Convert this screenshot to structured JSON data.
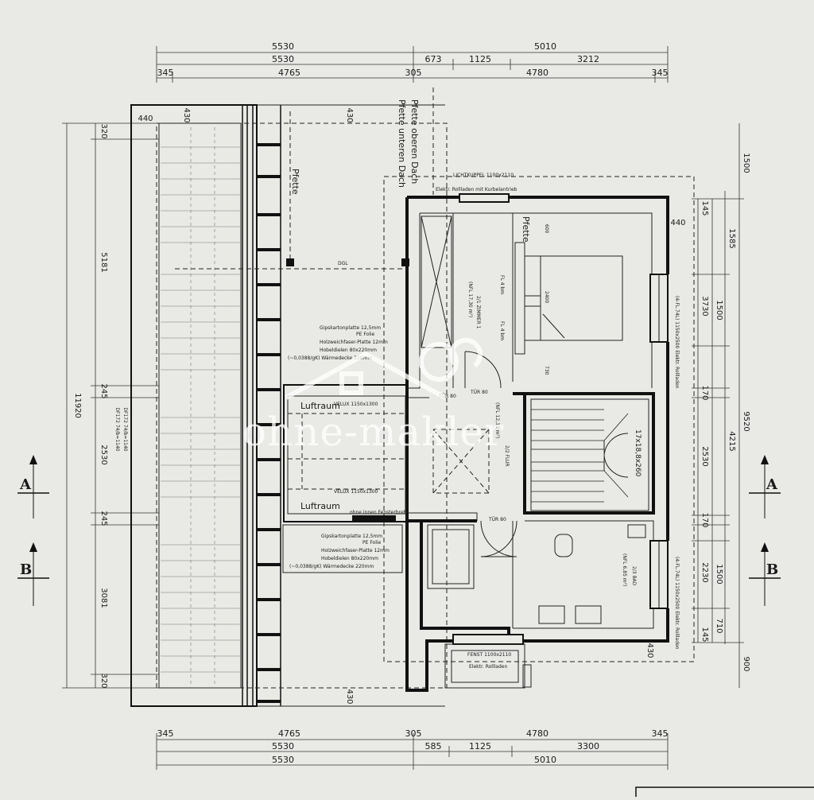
{
  "dimensions": {
    "top": {
      "row1": [
        "5530",
        "5010"
      ],
      "row2": [
        "5530",
        "673",
        "1125",
        "3212"
      ],
      "row3": [
        "345",
        "4765",
        "305",
        "4780",
        "345"
      ]
    },
    "bottom": {
      "row1": [
        "345",
        "4765",
        "305",
        "4780",
        "345"
      ],
      "row2": [
        "5530",
        "585",
        "1125",
        "3300"
      ],
      "row3": [
        "5530",
        "5010"
      ]
    },
    "left": {
      "total": "11920",
      "segments": [
        "320",
        "5181",
        "245",
        "2530",
        "245",
        "3081",
        "320"
      ]
    },
    "right": {
      "outer": [
        "1500",
        "9520",
        "900"
      ],
      "middle": [
        "1585",
        "4215"
      ],
      "inner": [
        "145",
        "3730",
        "170",
        "2530",
        "170",
        "2230",
        "145"
      ],
      "window": [
        "1500",
        "1500",
        "710"
      ]
    },
    "misc": [
      "440",
      "430",
      "430",
      "430",
      "440",
      "430"
    ]
  },
  "labels": {
    "pfette_oben": "Pfette oberen Dach",
    "pfette_unten": "Pfette unteren Dach",
    "pfette": "Pfette",
    "pfette_right": "Pfette",
    "luftraum_top": "Luftraum",
    "luftraum_bottom": "Luftraum",
    "tuer_1": "TÜR 80",
    "tuer_2": "TÜR 80",
    "tuer_3": "TÜR 80",
    "stairs": "17x18,8x260",
    "dgl": "DGL",
    "lichtkuppel": "LICHTKUPPEL 1100x2110",
    "lichtkuppel_note": "Elektr. Rollladen mit Kurbelantrieb",
    "bad_window": "FENST 1100x2110",
    "bad_window_note": "Elektr. Rollladen",
    "zimmer": "2/1 ZIMMER 1",
    "zimmer_area": "(NFL 17,30 m²)",
    "flur": "2/2 FLUR",
    "flur_area": "(NFL 12,31 m²)",
    "bad": "2/3 BAD",
    "bad_area": "(NFL 6,85 m²)",
    "deck_top": [
      "Gipskartonplatte 12,5mm",
      "PE Folie",
      "Holzweichfaser-Platte 12mm",
      "Hobeldielen 80x220mm",
      "(~0,0388/gK) Wärmedecke 220mm"
    ],
    "deck_bottom": [
      "Gipskartonplatte 12,5mm",
      "PE Folie",
      "Holzweichfaser-Platte 12mm",
      "Hobeldielen 80x220mm",
      "(~0,0388/gK) Wärmedecke 220mm"
    ],
    "window_left_1": "DF172 74/b=1140",
    "window_left_2": "DF172 74/b=1140",
    "luft_hint": "ohne innen Fensterbrett",
    "vel_1": "VELUX 1150x1300",
    "vel_2": "VELUX 1150x1300",
    "fenster_right_1": "(4-FL.74L) 1150x2500 Elektr. Rollladen",
    "fenster_right_2": "(4-FL.74L) 1150x2500 Elektr. Rollladen",
    "fl_1": "FL 4 bm",
    "fl_2": "FL 4 bm"
  },
  "sections": {
    "a_left": "A",
    "a_right": "A",
    "b_left": "B",
    "b_right": "B"
  },
  "watermark": {
    "text": "ohne-makler"
  }
}
